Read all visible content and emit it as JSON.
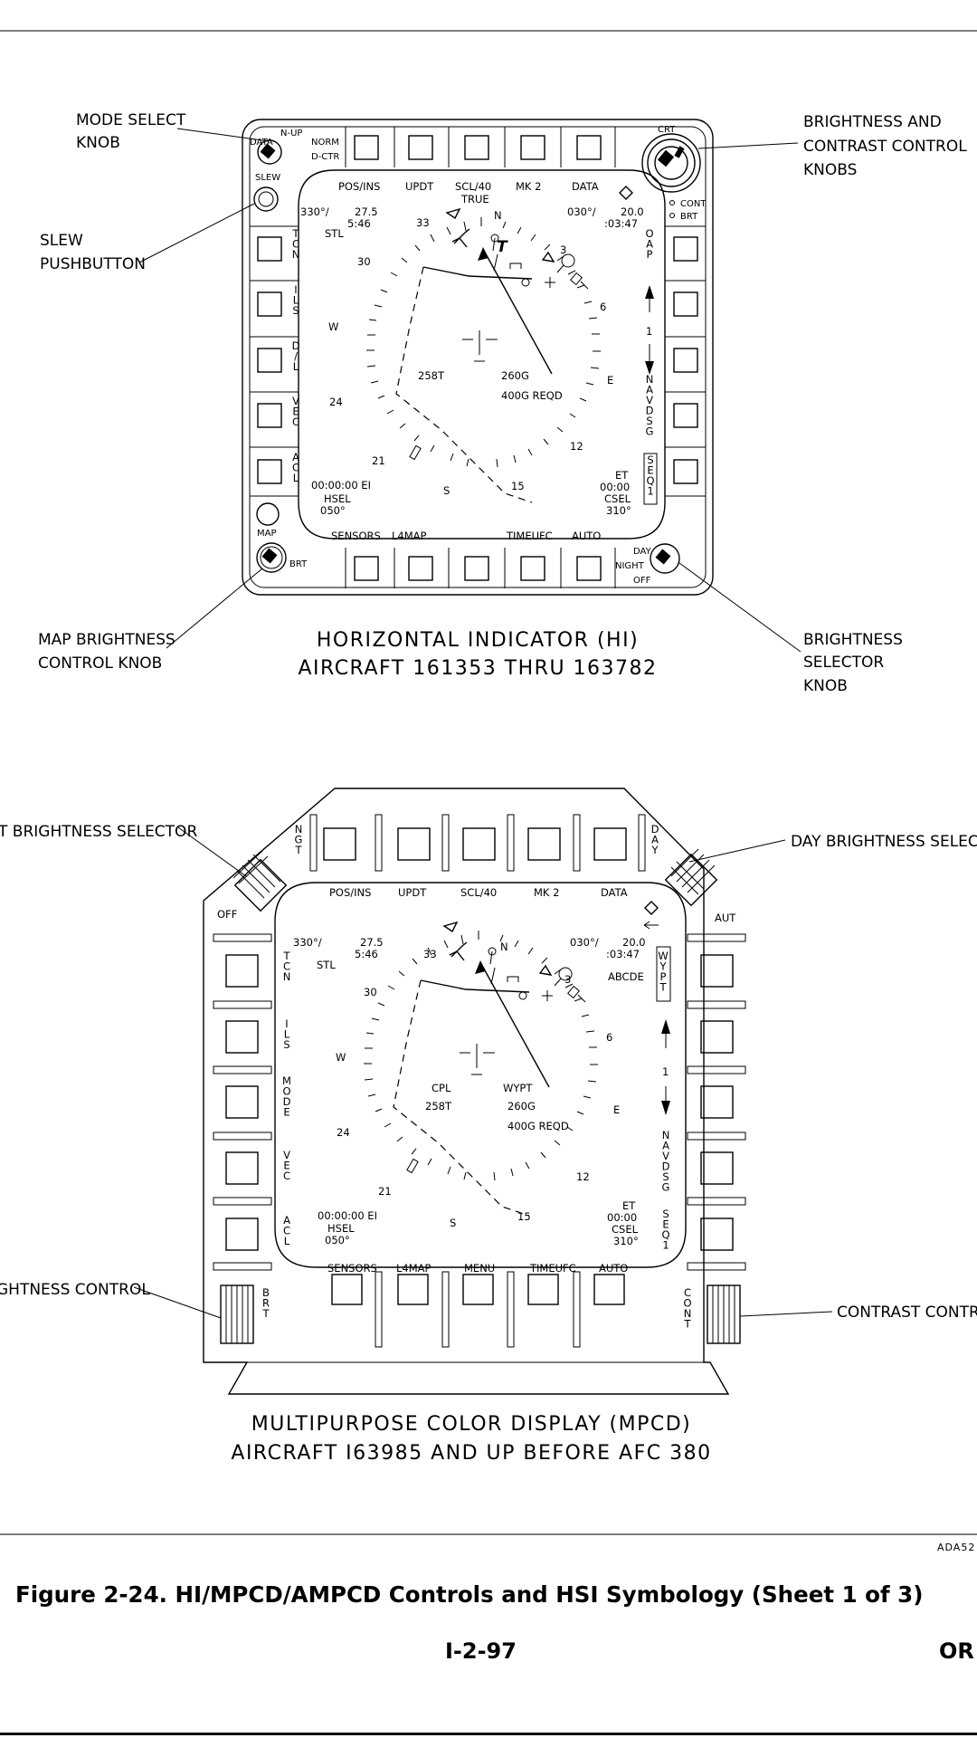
{
  "figure": {
    "caption": "Figure 2-24. HI/MPCD/AMPCD Controls and HSI Symbology (Sheet 1 of 3)",
    "page_number": "I-2-97",
    "page_marker": "OR",
    "image_ref": "ADA52"
  },
  "hi": {
    "title_line1": "HORIZONTAL INDICATOR (HI)",
    "title_line2": "AIRCRAFT 161353 THRU 163782",
    "callouts": {
      "mode_select_1": "MODE SELECT",
      "mode_select_2": "KNOB",
      "slew_1": "SLEW",
      "slew_2": "PUSHBUTTON",
      "bright_contrast_1": "BRIGHTNESS AND",
      "bright_contrast_2": "CONTRAST CONTROL",
      "bright_contrast_3": "KNOBS",
      "map_bright_1": "MAP BRIGHTNESS",
      "map_bright_2": "CONTROL KNOB",
      "bright_sel_1": "BRIGHTNESS",
      "bright_sel_2": "SELECTOR",
      "bright_sel_3": "KNOB"
    },
    "bezel": {
      "data": "DATA",
      "nup": "N-UP",
      "norm": "NORM",
      "dctr": "D-CTR",
      "slew": "SLEW",
      "crt": "CRT",
      "cont": "CONT",
      "brt": "BRT",
      "map": "MAP",
      "map_brt": "BRT",
      "day": "DAY",
      "night": "NIGHT",
      "off": "OFF"
    },
    "top_options": {
      "o1": "POS/INS",
      "o2": "UPDT",
      "o3": "SCL/40",
      "o4": "MK 2",
      "o5": "DATA",
      "true_label": "TRUE"
    },
    "bottom_options": {
      "o1": "SENSORS",
      "o2": "L4MAP",
      "o3": "TIMEUFC",
      "o4": "AUTO"
    },
    "left_options": {
      "l1": "TCN",
      "l2": "ILS",
      "l3": "D/L",
      "l4": "VEC",
      "l5": "ACL"
    },
    "right_options": {
      "r1": "OAP",
      "navdsg": "NAVDSG",
      "seq": "SEQ1"
    }
  },
  "mpcd": {
    "title_line1": "MULTIPURPOSE COLOR DISPLAY (MPCD)",
    "title_line2": "AIRCRAFT I63985 AND UP BEFORE AFC 380",
    "callouts": {
      "night_sel": "T BRIGHTNESS SELECTOR",
      "day_sel": "DAY BRIGHTNESS SELECT",
      "bright_ctrl": "GHTNESS CONTROL",
      "contrast_ctrl": "CONTRAST CONTRO"
    },
    "bezel": {
      "ngt": "NGT",
      "day": "DAY",
      "off": "OFF",
      "aut": "AUT",
      "brt": "BRT",
      "cont": "CONT"
    },
    "top_options": {
      "o1": "POS/INS",
      "o2": "UPDT",
      "o3": "SCL/40",
      "o4": "MK 2",
      "o5": "DATA"
    },
    "bottom_options": {
      "o1": "SENSORS",
      "o2": "L4MAP",
      "o3": "MENU",
      "o4": "TIMEUFC",
      "o5": "AUTO"
    },
    "left_options": {
      "l1": "TCN",
      "l2": "ILS",
      "l3": "MODE",
      "l4": "VEC",
      "l5": "ACL"
    },
    "right_options": {
      "wypt": "WYPT",
      "navdsg": "NAVDSG",
      "seq": "SEQ1"
    },
    "abcde": "ABCDE",
    "cpl": "CPL",
    "wypt_label": "WYPT"
  },
  "hsi": {
    "brg_left": "330°/",
    "dist_left": "27.5",
    "time_left": "5:46",
    "stl": "STL",
    "brg_right": "030°/",
    "dist_right": "20.0",
    "time_right": ":03:47",
    "compass": {
      "n": "N",
      "c3": "3",
      "c33": "33",
      "c30": "30",
      "w": "W",
      "c24": "24",
      "c21": "21",
      "s": "S",
      "c15": "15",
      "c12": "12",
      "e": "E",
      "c6": "6"
    },
    "heading": "258T",
    "gs": "260G",
    "req": "400G REQD",
    "et": "ET",
    "et_val": "00:00",
    "csel": "CSEL",
    "csel_val": "310°",
    "elapsed": "00:00:00 EI",
    "hsel": "HSEL",
    "hsel_val": "050°",
    "scale": "1",
    "t_marker": "T"
  }
}
